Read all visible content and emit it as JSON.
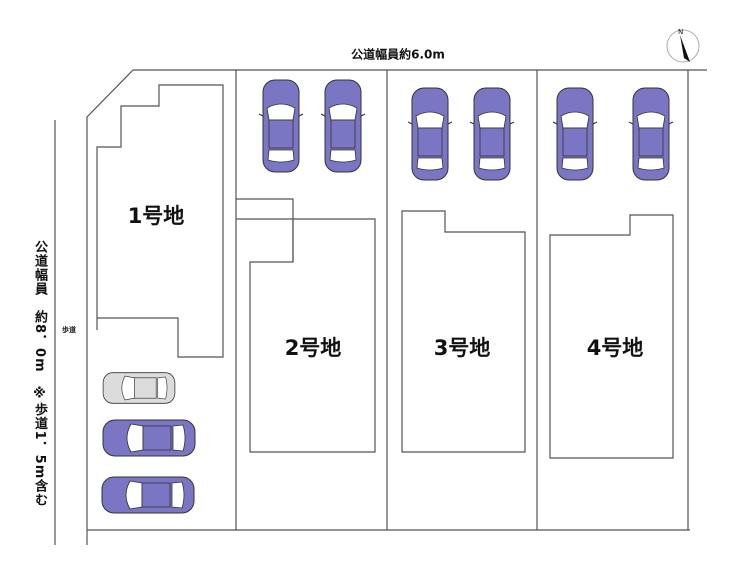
{
  "road_top_label": "公道幅員約6.0m",
  "road_left_label": "公道幅員　約8．0m　※歩道1．5m含む",
  "sidewalk_label": "歩道",
  "compass_letter": "N",
  "lots": [
    {
      "label": "1号地"
    },
    {
      "label": "2号地"
    },
    {
      "label": "3号地"
    },
    {
      "label": "4号地"
    }
  ],
  "colors": {
    "car": "#7b76c4",
    "car_grey": "#d8d8d8",
    "line": "#555555"
  }
}
